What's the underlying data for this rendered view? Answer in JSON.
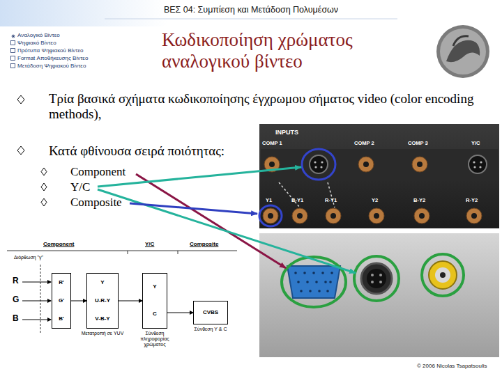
{
  "diagram": {
    "title": "Κωδικοποίηση χρώματος αναλογικού βίντεο",
    "nodes": [
      {
        "text": [
          "R'",
          "G'",
          "B'"
        ]
      },
      {
        "text": [
          "Y",
          "U-R-Y",
          "V-B-Y",
          "Μετατροπή σε YUV"
        ]
      },
      {
        "text": [
          "Y",
          "C",
          "Σύνθεση πληροφορίας χρώματος"
        ]
      },
      {
        "text": [
          "CVBS",
          "Σύνθεση Y & C"
        ]
      }
    ],
    "edges": [
      {
        "from": 0,
        "to": 1,
        "arrow": "to"
      },
      {
        "from": 1,
        "to": 2,
        "arrow": "to"
      },
      {
        "from": 2,
        "to": 3,
        "arrow": "to"
      }
    ],
    "labels": [
      "ΒΕΣ 04: Συμπίεση και Μετάδοση Πολυμέσων",
      "Αναλογικό Βίντεο",
      "Ψηφιακό Βίντεο",
      "Πρότυπα Ψηφιακού Βίντεο",
      "Format Αποθήκευσης Βίντεο",
      "Μετάδοση Ψηφιακού Βίντεο",
      "Τρία βασικά σχήματα κωδικοποίησης έγχρωμου σήματος video (color encoding methods),",
      "Κατά φθίνουσα σειρά ποιότητας:",
      "Component",
      "Y/C",
      "Composite",
      "INPUTS",
      "COMP 1",
      "COMP 2",
      "COMP 3",
      "Y/C",
      "Y1",
      "B-Y1",
      "R-Y1",
      "Y2",
      "B-Y2",
      "R-Y2",
      "Component",
      "Y/C",
      "Composite",
      "Διόρθωση \"γ\"",
      "R",
      "G",
      "B",
      "© 2006 Nicolas Tsapatsoulis"
    ]
  }
}
